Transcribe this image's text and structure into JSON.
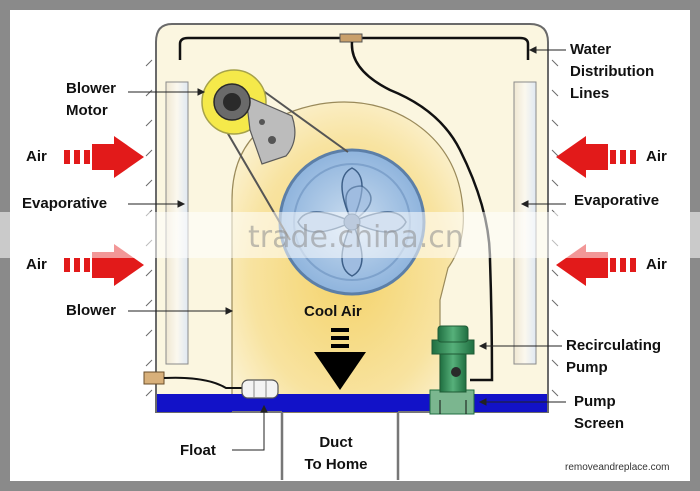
{
  "labels": {
    "water_distribution_lines": [
      "Water",
      "Distribution",
      "Lines"
    ],
    "blower_motor": [
      "Blower",
      "Motor"
    ],
    "air_left_top": "Air",
    "air_left_bottom": "Air",
    "air_right_top": "Air",
    "air_right_bottom": "Air",
    "evaporative_left": "Evaporative",
    "evaporative_right": "Evaporative",
    "blower": "Blower",
    "cool_air": "Cool Air",
    "recirculating_pump": [
      "Recirculating",
      "Pump"
    ],
    "pump_screen": [
      "Pump",
      "Screen"
    ],
    "float": "Float",
    "duct_to_home": [
      "Duct",
      "To Home"
    ]
  },
  "watermark": "trade.china.cn",
  "credit": "removeandreplace.com",
  "colors": {
    "housing_fill": "#fbf6e0",
    "blower_fill": "#f6dc86",
    "fan_blue": "#a8c8e8",
    "water_blue": "#1212c8",
    "arrow_red": "#e21a1a",
    "pump_green": "#2f8a55",
    "pad_fill": "#f0ead8"
  }
}
